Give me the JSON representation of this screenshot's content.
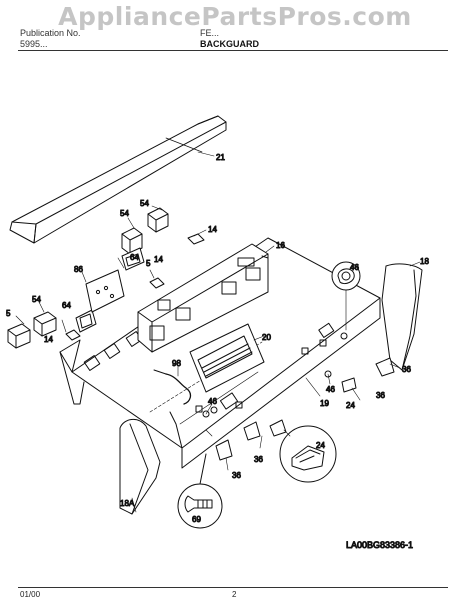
{
  "header": {
    "publication_label": "Publication No.",
    "publication_number": "5995...",
    "model_label": "FE...",
    "section_title": "BACKGUARD",
    "watermark": "AppliancePartsPros.com"
  },
  "parts": {
    "p21": "21",
    "p54a": "54",
    "p54b": "54",
    "p54c": "54",
    "p14a": "14",
    "p14b": "14",
    "p14c": "14",
    "p64a": "64",
    "p64b": "64",
    "p86": "86",
    "p5": "5",
    "p16": "16",
    "p18": "18",
    "p46a": "46",
    "p46b": "46",
    "p46c": "46",
    "p20": "20",
    "p98": "98",
    "p36a": "36",
    "p36b": "36",
    "p36c": "36",
    "p36d": "36",
    "p24a": "24",
    "p24b": "24",
    "p19": "19",
    "p18a": "18A",
    "p69": "69"
  },
  "figure_id": "LA00BG83386-1",
  "footer": {
    "date": "01/00",
    "page": "2"
  }
}
